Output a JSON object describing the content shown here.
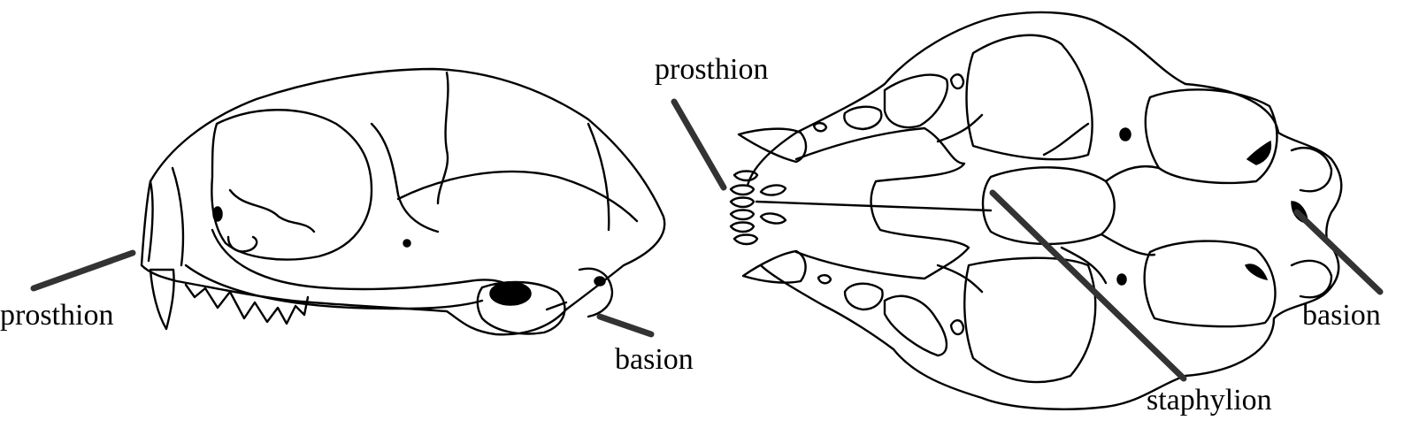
{
  "labels": {
    "lateral_prosthion": "prosthion",
    "lateral_basion": "basion",
    "ventral_prosthion": "prosthion",
    "ventral_basion": "basion",
    "ventral_staphylion": "staphylion"
  },
  "colors": {
    "line": "#000000",
    "pointer": "#333333",
    "background": "#ffffff"
  }
}
